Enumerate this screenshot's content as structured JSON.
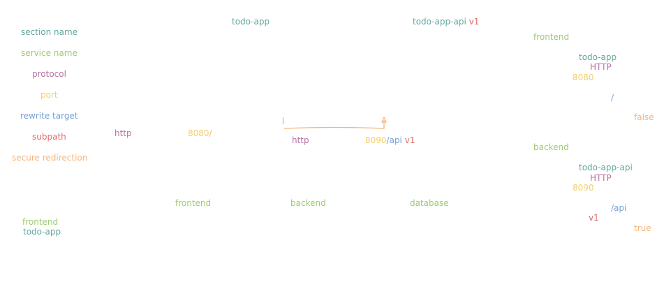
{
  "legend": {
    "section_name": "section name",
    "service_name": "service name",
    "protocol": "protocol",
    "port": "port",
    "rewrite_target": "rewrite target",
    "subpath": "subpath",
    "secure_redirection": "secure redirection"
  },
  "bottom_left": {
    "section": "frontend",
    "service": "todo-app"
  },
  "routes": [
    {
      "service": "todo-app",
      "protocol": "http",
      "port": "8080",
      "path": "/"
    },
    {
      "service": "todo-app-api",
      "version": "v1",
      "protocol": "http",
      "port": "8090",
      "path": "/api",
      "subpath": "v1"
    }
  ],
  "tiers": [
    "frontend",
    "backend",
    "database"
  ],
  "config": [
    {
      "section": "frontend",
      "service": "todo-app",
      "protocol": "HTTP",
      "port": "8080",
      "rewrite": "/",
      "secure": "false"
    },
    {
      "section": "backend",
      "service": "todo-app-api",
      "protocol": "HTTP",
      "port": "8090",
      "rewrite": "/api",
      "subpath": "v1",
      "secure": "true"
    }
  ],
  "colors": {
    "section": "#9ccc70",
    "service": "#5fa79e",
    "protocol": "#b870a5",
    "port": "#f5cf68",
    "rewrite": "#7aa1d6",
    "subpath": "#e06a6a",
    "secure": "#f5b47c",
    "connector": "#f5b47c"
  }
}
